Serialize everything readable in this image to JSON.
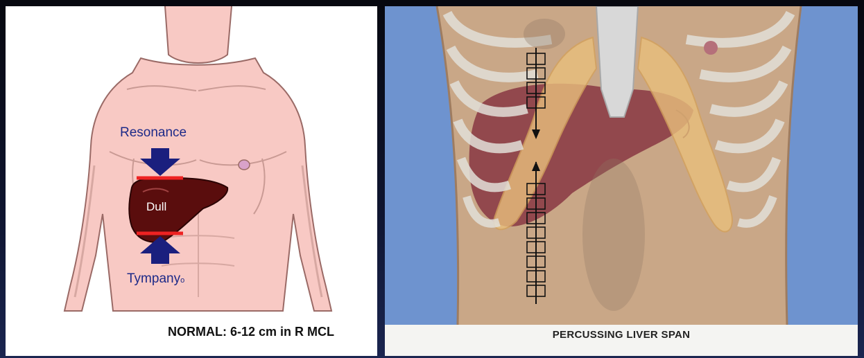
{
  "left_diagram": {
    "label_resonance": "Resonance",
    "label_dull": "Dull",
    "label_tympany": "Tympany",
    "tympany_suffix": "o",
    "normal_span": "NORMAL: 6-12 cm in R MCL",
    "colors": {
      "arrow": "#1a1f7e",
      "marker_line": "#ee2222",
      "liver": "#5a0d0d",
      "skin": "#f8c9c4"
    }
  },
  "right_illustration": {
    "caption": "PERCUSSING LIVER SPAN",
    "colors": {
      "background": "#6e93cf",
      "skin": "#c9a787",
      "liver": "#8c3e47",
      "cartilage": "#e9bf7d"
    }
  }
}
